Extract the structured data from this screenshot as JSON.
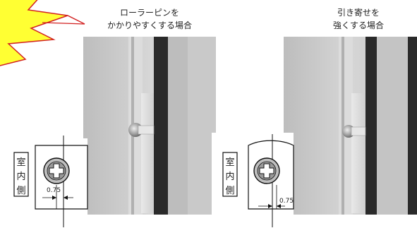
{
  "panels": [
    {
      "caption_line1": "ローラーピンを",
      "caption_line2": "かかりやすくする場合",
      "side_label": [
        "室",
        "内",
        "側"
      ],
      "offset_label": "0.75"
    },
    {
      "caption_line1": "引き寄せを",
      "caption_line2": "強くする場合",
      "side_label": [
        "室",
        "内",
        "側"
      ],
      "offset_label": "0.75"
    }
  ],
  "colors": {
    "burst_fill": "#ffff33",
    "burst_stroke": "#d22020",
    "frame_gray": "#c9c9c9",
    "dark_groove": "#2a2a2a",
    "roller_head": "#9a9a9a",
    "leader_line": "#d22020"
  },
  "icons": {
    "attention_burst": "burst-icon",
    "screw": "phillips-screw-icon"
  }
}
